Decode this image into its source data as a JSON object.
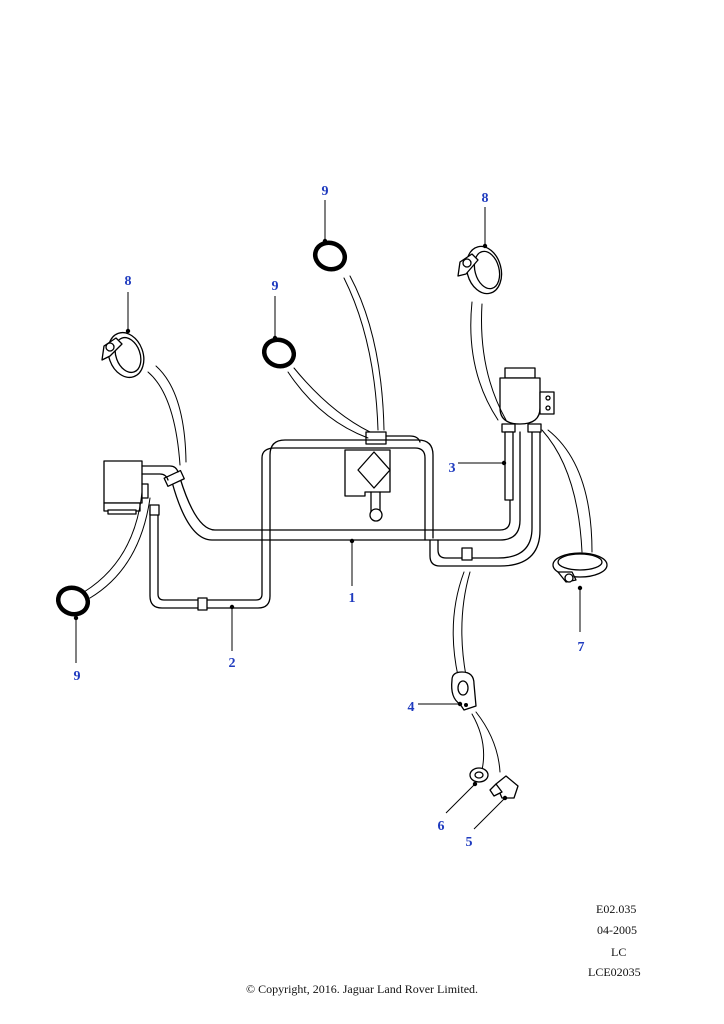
{
  "callouts": {
    "p1": "1",
    "p2": "2",
    "p3": "3",
    "p4": "4",
    "p5": "5",
    "p6": "6",
    "p7": "7",
    "p8_left": "8",
    "p8_right": "8",
    "p9_top": "9",
    "p9_mid": "9",
    "p9_left": "9"
  },
  "meta": {
    "ref_code": "E02.035",
    "date": "04-2005",
    "lc": "LC",
    "image_code": "LCE02035",
    "copyright": "© Copyright, 2016. Jaguar Land Rover Limited."
  },
  "colors": {
    "callout": "#1f3bbf",
    "line": "#000000"
  }
}
